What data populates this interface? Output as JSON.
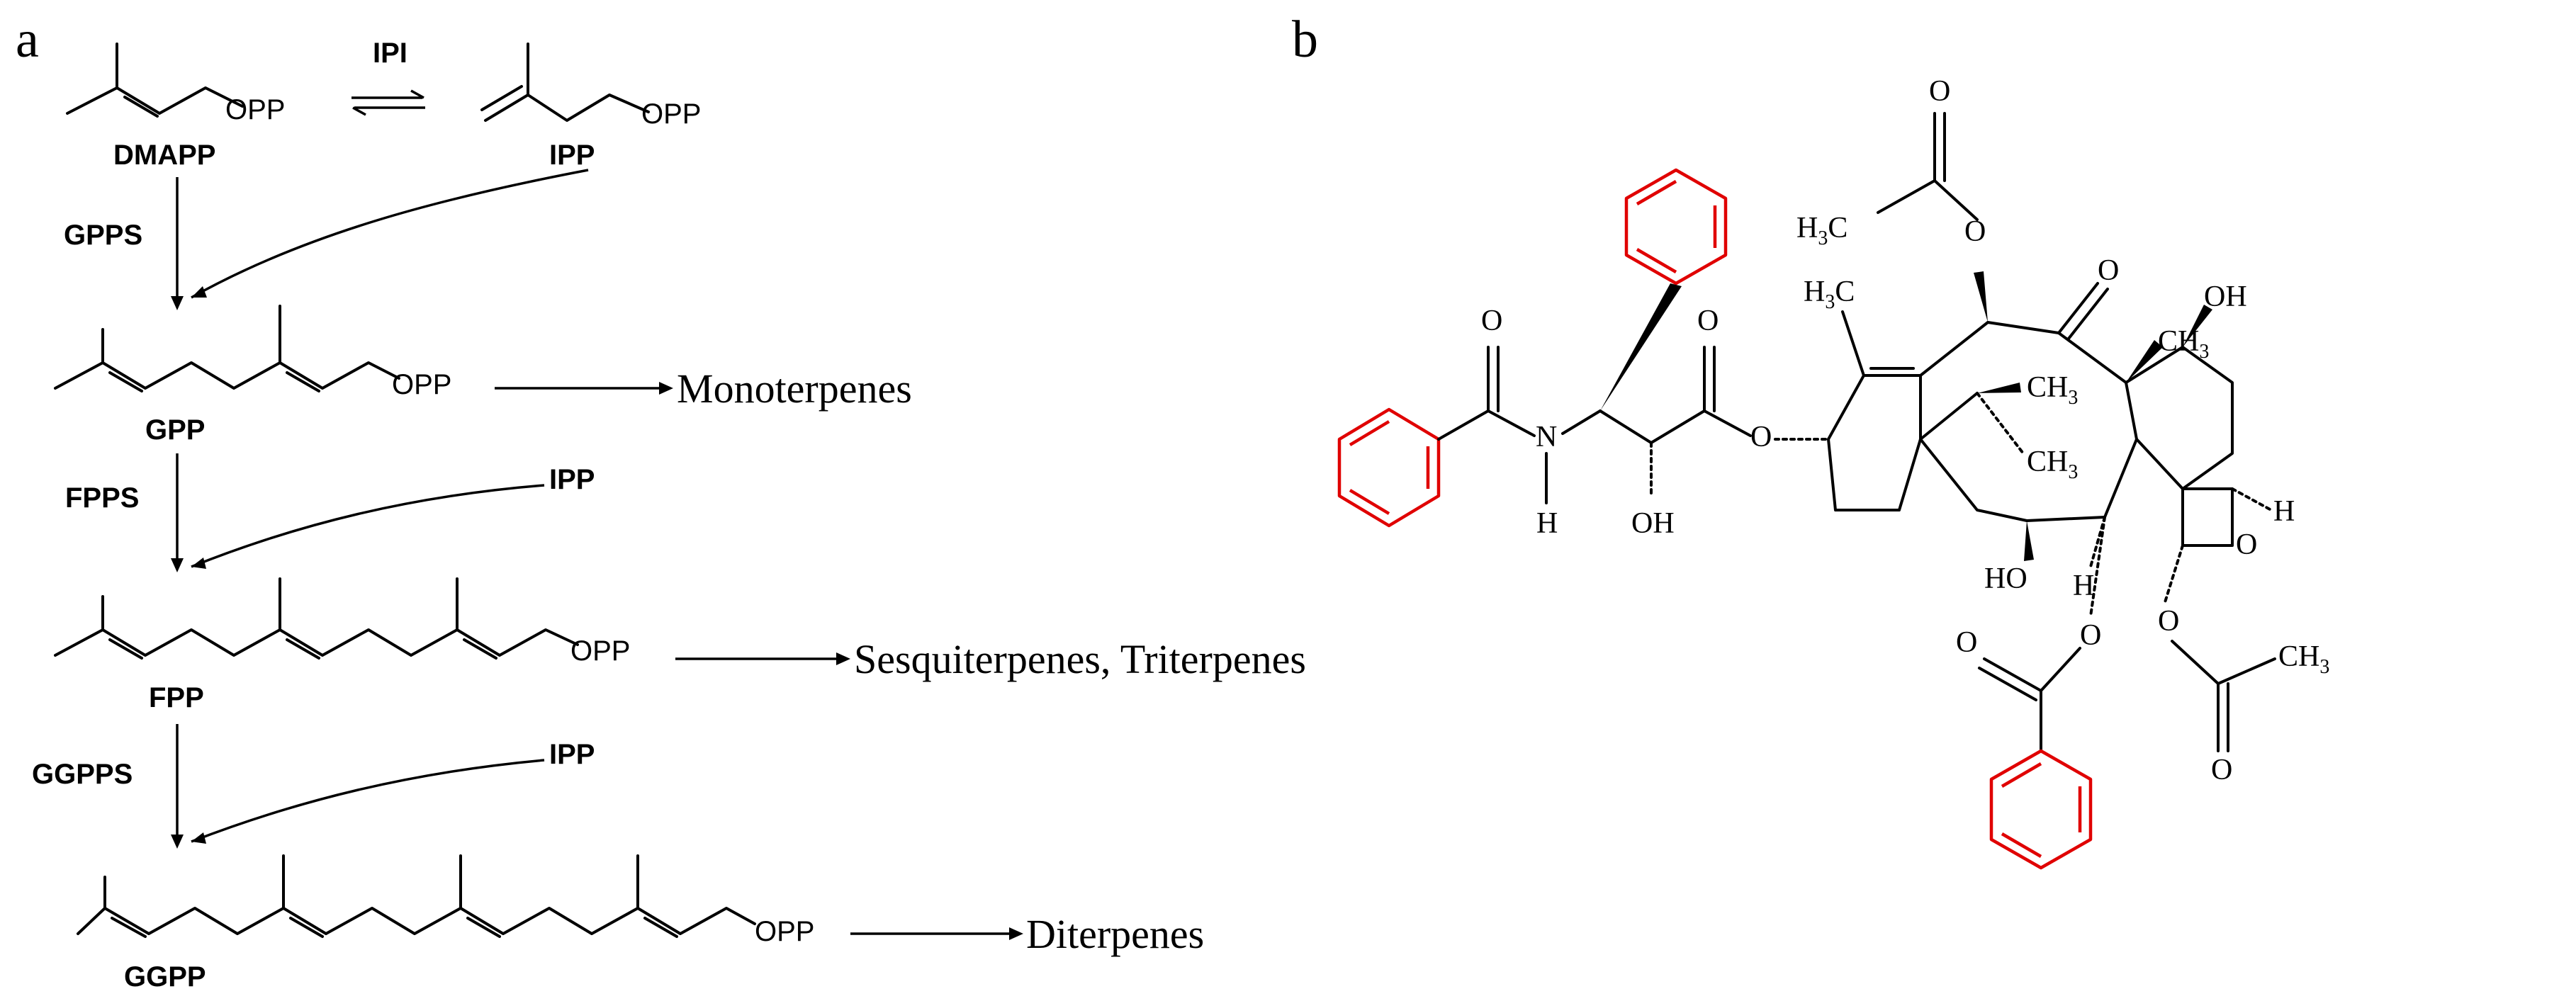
{
  "panel_a": {
    "letter": "a",
    "isomerase": "IPI",
    "dmapp": {
      "label": "DMAPP",
      "group": "OPP"
    },
    "ipp_top": {
      "label": "IPP",
      "group": "OPP"
    },
    "enzymes": {
      "gpps": "GPPS",
      "fpps": "FPPS",
      "ggpps": "GGPPS"
    },
    "ipp_label": "IPP",
    "gpp": {
      "label": "GPP",
      "group": "OPP",
      "product": "Monoterpenes"
    },
    "fpp": {
      "label": "FPP",
      "group": "OPP",
      "product": "Sesquiterpenes, Triterpenes"
    },
    "ggpp": {
      "label": "GGPP",
      "group": "OPP",
      "product": "Diterpenes"
    }
  },
  "panel_b": {
    "letter": "b",
    "atoms": {
      "o": "O",
      "n": "N",
      "h": "H",
      "oh": "OH",
      "ho": "HO",
      "c": "C",
      "h3": "H",
      "three": "3",
      "ch": "CH"
    },
    "highlight_color": "#e00000",
    "bond_color": "#000000"
  }
}
